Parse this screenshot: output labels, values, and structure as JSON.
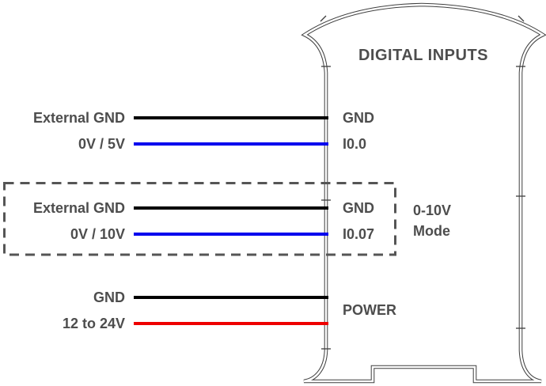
{
  "diagram": {
    "title": "DIGITAL INPUTS",
    "power_label": "POWER",
    "mode_note": {
      "line1": "0-10V",
      "line2": "Mode"
    }
  },
  "rows": [
    {
      "label": "External GND",
      "terminal": "GND",
      "wire_color": "#000000"
    },
    {
      "label": "0V / 5V",
      "terminal": "I0.0",
      "wire_color": "#0000ee"
    },
    {
      "label": "External GND",
      "terminal": "GND",
      "wire_color": "#000000"
    },
    {
      "label": "0V / 10V",
      "terminal": "I0.07",
      "wire_color": "#0000ee"
    },
    {
      "label": "GND",
      "terminal": "",
      "wire_color": "#000000"
    },
    {
      "label": "12 to 24V",
      "terminal": "",
      "wire_color": "#ee0000"
    }
  ],
  "colors": {
    "text": "#4d4d4d",
    "outline": "#3f3f3f",
    "dash_box": "#555555",
    "background": "#ffffff",
    "wire_black": "#000000",
    "wire_blue": "#0000ee",
    "wire_red": "#ee0000"
  }
}
